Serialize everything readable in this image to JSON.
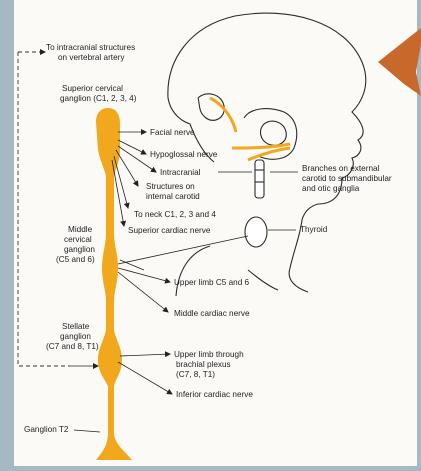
{
  "diagram": {
    "labels": {
      "intracranial_structures": [
        "To intracranial structures",
        "on vertebral artery"
      ],
      "superior_cervical_ganglion": [
        "Superior cervical",
        "ganglion (C1, 2, 3, 4)"
      ],
      "facial_nerve": "Facial nerve",
      "hypoglossal_nerve": "Hypoglossal nerve",
      "intracranial": "Intracranial",
      "structures_internal_carotid": [
        "Structures on",
        "internal carotid"
      ],
      "to_neck": "To neck C1, 2, 3 and 4",
      "superior_cardiac_nerve": "Superior cardiac nerve",
      "branches_external_carotid": [
        "Branches on external",
        "carotid to submandibular",
        "and otic ganglia"
      ],
      "thyroid": "Thyroid",
      "middle_cervical_ganglion": [
        "Middle",
        "cervical",
        "ganglion",
        "(C5 and 6)"
      ],
      "upper_limb_c5_6": "Upper limb C5 and 6",
      "middle_cardiac_nerve": "Middle cardiac nerve",
      "stellate_ganglion": [
        "Stellate",
        "ganglion",
        "(C7 and 8, T1)"
      ],
      "upper_limb_brachial": [
        "Upper limb through",
        "brachial plexus",
        "(C7, 8, T1)"
      ],
      "inferior_cardiac_nerve": "Inferior cardiac nerve",
      "ganglion_t2": "Ganglion T2"
    },
    "colors": {
      "sympathetic_chain": "#f2a81d",
      "pointer_arrow": "#c9682b",
      "frame": "#a6b9c2",
      "paper": "#fbfaf7"
    }
  }
}
